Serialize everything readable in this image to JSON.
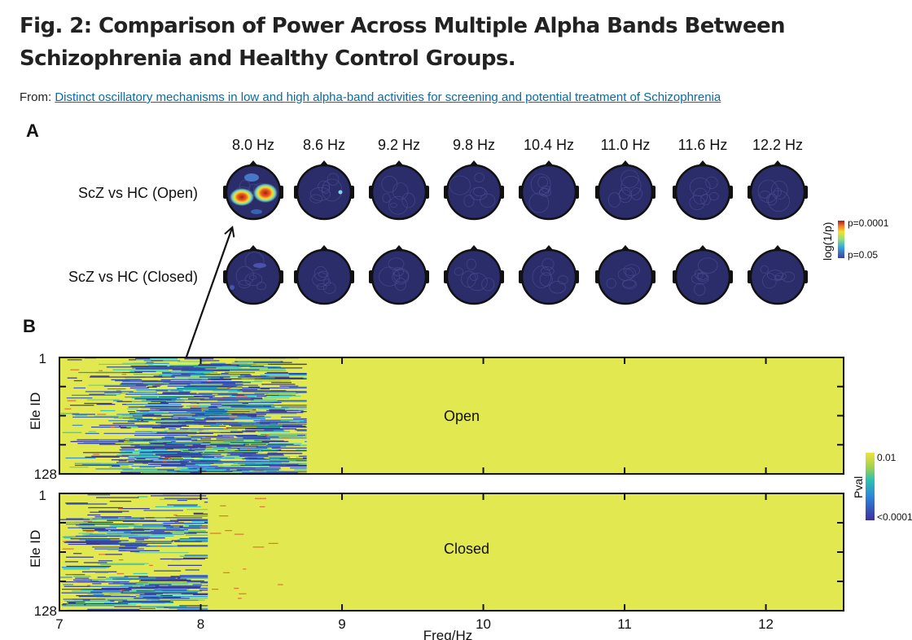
{
  "figure": {
    "title": "Fig. 2: Comparison of Power Across Multiple Alpha Bands Between Schizophrenia and Healthy Control Groups.",
    "from_label": "From:",
    "from_link": "Distinct oscillatory mechanisms in low and high alpha-band activities for screening and potential treatment of Schizophrenia"
  },
  "panel_a": {
    "letter": "A",
    "frequencies": [
      "8.0 Hz",
      "8.6 Hz",
      "9.2 Hz",
      "9.8 Hz",
      "10.4 Hz",
      "11.0 Hz",
      "11.6 Hz",
      "12.2 Hz"
    ],
    "rows": [
      "ScZ vs HC (Open)",
      "ScZ vs HC (Closed)"
    ],
    "colorbar": {
      "label": "log(1/p)",
      "top": "p=0.0001",
      "bottom": "p=0.05"
    }
  },
  "panel_b": {
    "letter": "B",
    "ylabel": "Ele ID",
    "xlabel": "Freq/Hz",
    "ytick_top": "1",
    "ytick_bottom": "128",
    "xticks": [
      "7",
      "8",
      "9",
      "10",
      "11",
      "12"
    ],
    "subplots": [
      "Open",
      "Closed"
    ],
    "colorbar": {
      "label": "Pval",
      "top": "0.01",
      "bottom": "<0.0001"
    }
  },
  "chart_data": {
    "type": "heatmap",
    "title": "",
    "xlabel": "Freq/Hz",
    "ylabel": "Ele ID",
    "xlim": [
      7,
      12.55
    ],
    "ylim": [
      1,
      128
    ],
    "xticks": [
      7,
      8,
      9,
      10,
      11,
      12
    ],
    "colorbar": {
      "label": "Pval",
      "range": [
        "<0.0001",
        "0.01"
      ]
    },
    "panels": [
      {
        "name": "Open",
        "significant_freq_range_hz": [
          7.0,
          8.75
        ],
        "densest_freq_range_hz": [
          7.4,
          8.5
        ]
      },
      {
        "name": "Closed",
        "significant_freq_range_hz": [
          7.0,
          8.05
        ],
        "densest_freq_range_hz": [
          7.0,
          7.9
        ]
      }
    ]
  },
  "colors": {
    "heatmap_background": "#e2e84f",
    "low_p": "#3c3a96",
    "mid_p": "#31c8c0",
    "topomap_fill": "#2b2d6b",
    "link": "#0b6aa2"
  }
}
